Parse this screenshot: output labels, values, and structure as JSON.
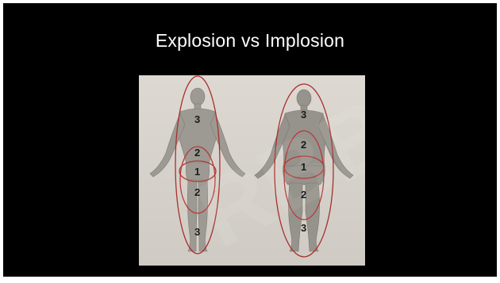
{
  "slide": {
    "title": "Explosion vs Implosion",
    "background_color": "#000000",
    "title_color": "#ffffff"
  },
  "figure": {
    "left_body": {
      "zones": [
        {
          "label": "3"
        },
        {
          "label": "2"
        },
        {
          "label": "1"
        },
        {
          "label": "2"
        },
        {
          "label": "3"
        }
      ]
    },
    "right_body": {
      "zones": [
        {
          "label": "3"
        },
        {
          "label": "2"
        },
        {
          "label": "1"
        },
        {
          "label": "2"
        },
        {
          "label": "3"
        }
      ]
    },
    "outline_color": "#a8302f",
    "body_color": "#9c9a93"
  }
}
